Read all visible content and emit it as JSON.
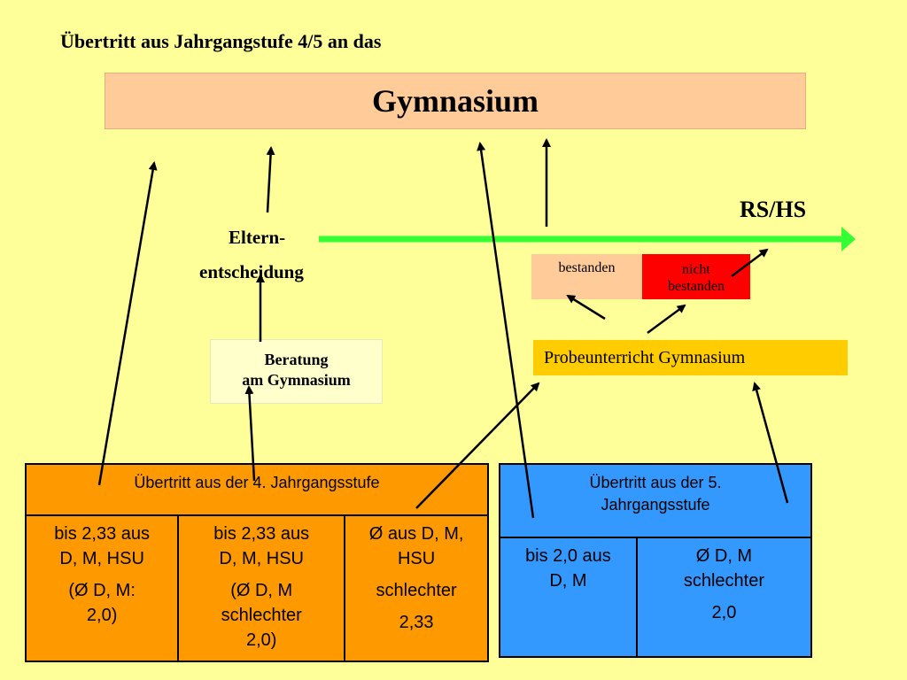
{
  "title": "Übertritt aus Jahrgangstufe 4/5 an das",
  "gymnasium_label": "Gymnasium",
  "rshs_label": "RS/HS",
  "eltern_line1": "Eltern-",
  "eltern_line2": "entscheidung",
  "bestanden_label": "bestanden",
  "nicht_line1": "nicht",
  "nicht_line2": "bestanden",
  "beratung_line1": "Beratung",
  "beratung_line2": "am Gymnasium",
  "probe_label": "Probeunterricht Gymnasium",
  "table4": {
    "header": "Übertritt aus der 4. Jahrgangsstufe",
    "col1": [
      "bis 2,33 aus",
      "D, M, HSU",
      "(Ø  D, M:",
      "2,0)"
    ],
    "col2": [
      "bis 2,33 aus",
      "D, M, HSU",
      "(Ø  D, M",
      "schlechter",
      "2,0)"
    ],
    "col3": [
      "Ø aus D, M,",
      "HSU",
      "schlechter",
      "2,33"
    ]
  },
  "table5": {
    "header_line1": "Übertritt aus der 5.",
    "header_line2": "Jahrgangsstufe",
    "col1": [
      "bis 2,0 aus",
      "D, M"
    ],
    "col2": [
      "Ø  D, M",
      "schlechter",
      "2,0"
    ]
  },
  "colors": {
    "background": "#ffff99",
    "gymnasium_bar": "#ffcc99",
    "arrow_green": "#33ff33",
    "nicht_red": "#ff0000",
    "probe_yellow": "#ffcc00",
    "table4_orange": "#ff9900",
    "table5_blue": "#3399ff"
  }
}
